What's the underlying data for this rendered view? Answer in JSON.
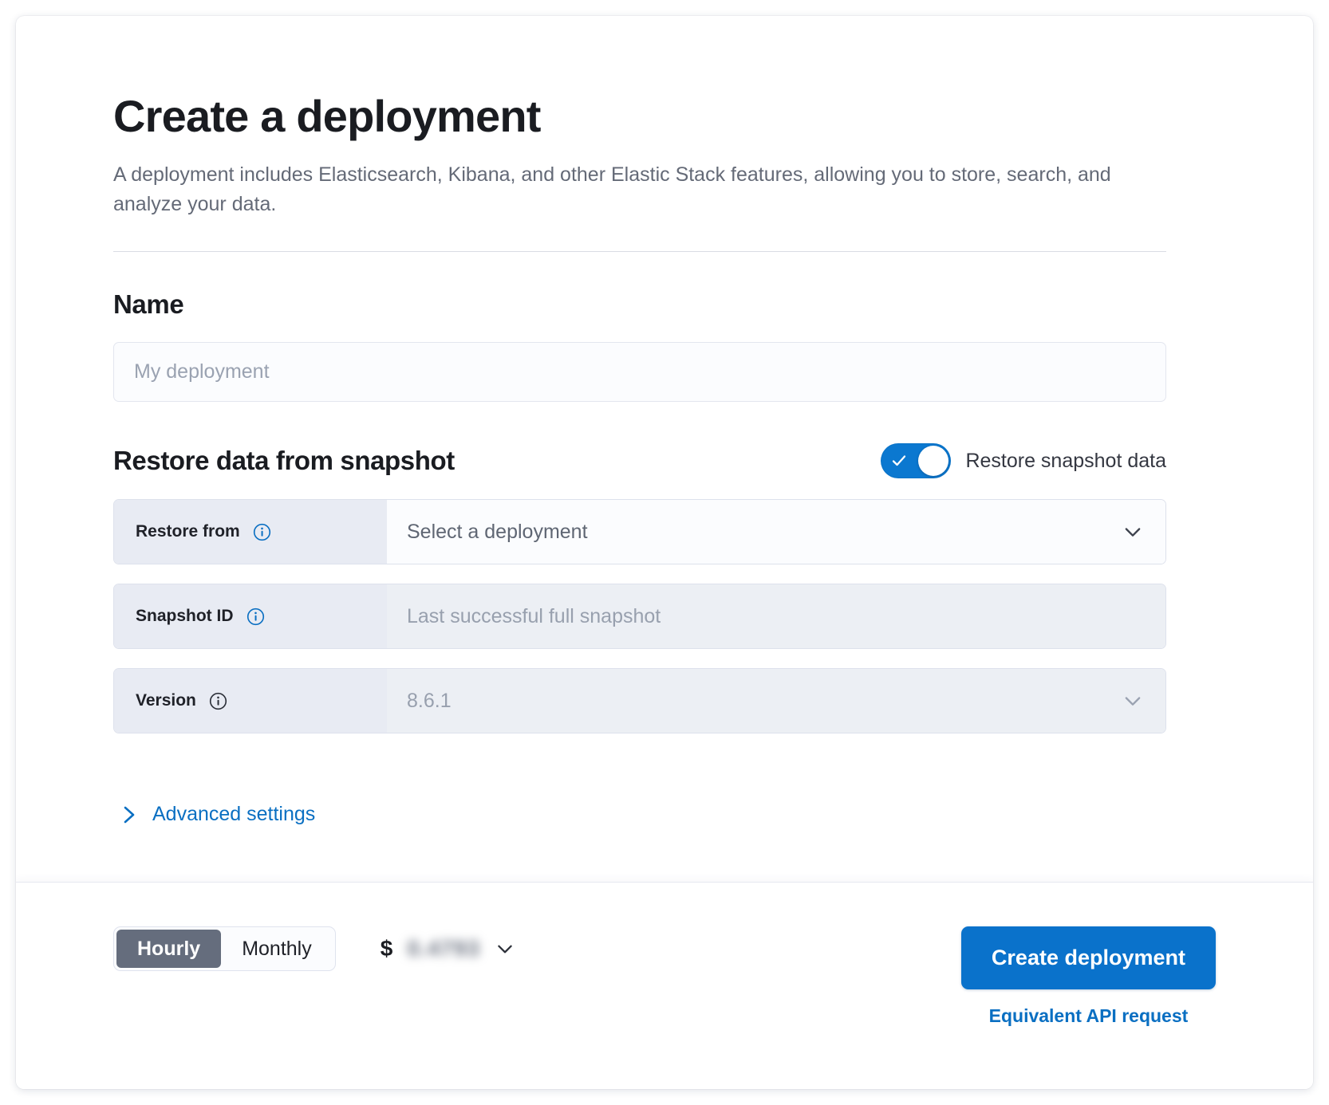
{
  "header": {
    "title": "Create a deployment",
    "description": "A deployment includes Elasticsearch, Kibana, and other Elastic Stack features, allowing you to store, search, and analyze your data."
  },
  "name_section": {
    "title": "Name",
    "placeholder": "My deployment",
    "value": ""
  },
  "restore_section": {
    "title": "Restore data from snapshot",
    "toggle_label": "Restore snapshot data",
    "toggle_on": true,
    "rows": [
      {
        "label": "Restore from",
        "value": "Select a deployment",
        "state": "enabled",
        "control": "dropdown",
        "info_icon": "info-icon"
      },
      {
        "label": "Snapshot ID",
        "value": "Last successful full snapshot",
        "state": "disabled",
        "control": "text",
        "info_icon": "info-icon"
      },
      {
        "label": "Version",
        "value": "8.6.1",
        "state": "disabled",
        "control": "dropdown",
        "info_icon": "info-icon"
      }
    ],
    "advanced_settings_label": "Advanced settings"
  },
  "footer": {
    "billing_options": [
      {
        "label": "Hourly",
        "selected": true
      },
      {
        "label": "Monthly",
        "selected": false
      }
    ],
    "price_currency": "$",
    "price_amount": "0.4793",
    "price_blurred": true,
    "create_button": "Create deployment",
    "api_link": "Equivalent API request"
  },
  "colors": {
    "accent_blue": "#0a72cb",
    "link_blue": "#0a6fc2",
    "toggle_on": "#0b78d0",
    "segment_active": "#656d7d",
    "label_bg": "#e8ebf3",
    "disabled_bg": "#eceff4",
    "text_dark": "#1a1c21",
    "text_muted": "#646a77"
  }
}
